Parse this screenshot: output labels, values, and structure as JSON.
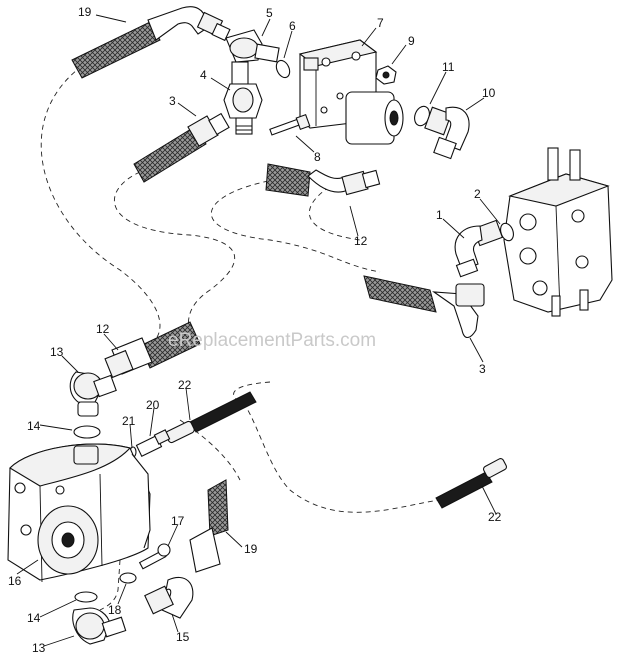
{
  "watermark": "eReplacementParts.com",
  "callouts": [
    "19",
    "5",
    "6",
    "7",
    "9",
    "4",
    "11",
    "10",
    "3",
    "8",
    "12",
    "2",
    "1",
    "3",
    "12",
    "13",
    "22",
    "14",
    "21",
    "20",
    "22",
    "17",
    "16",
    "19",
    "14",
    "18",
    "13",
    "15"
  ]
}
